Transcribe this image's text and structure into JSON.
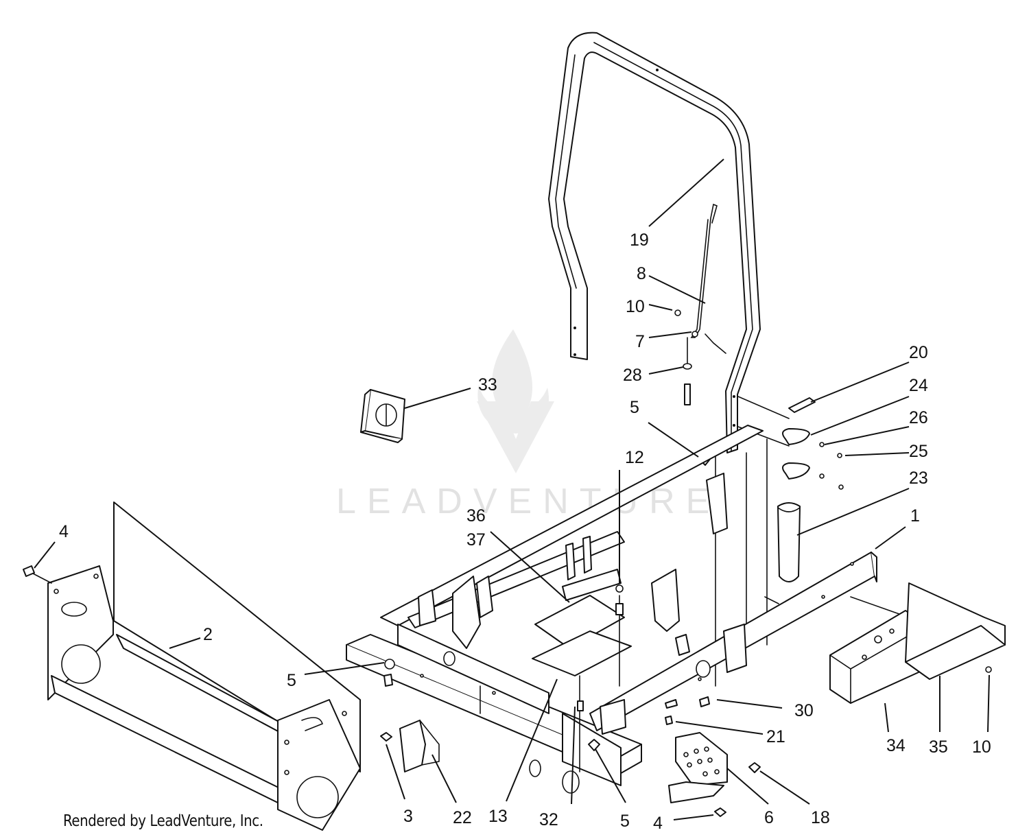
{
  "watermark": {
    "text": "LEADVENTURE"
  },
  "footer": {
    "credit": "Rendered by LeadVenture, Inc."
  },
  "callouts": {
    "c1": "1",
    "c2": "2",
    "c3": "3",
    "c4a": "4",
    "c4b": "4",
    "c5a": "5",
    "c5b": "5",
    "c5c": "5",
    "c6": "6",
    "c7": "7",
    "c8": "8",
    "c10a": "10",
    "c10b": "10",
    "c12": "12",
    "c13": "13",
    "c18": "18",
    "c19": "19",
    "c20": "20",
    "c21": "21",
    "c22": "22",
    "c23": "23",
    "c24": "24",
    "c25": "25",
    "c26": "26",
    "c28": "28",
    "c30": "30",
    "c32": "32",
    "c33": "33",
    "c34": "34",
    "c35": "35",
    "c36": "36",
    "c37": "37"
  }
}
